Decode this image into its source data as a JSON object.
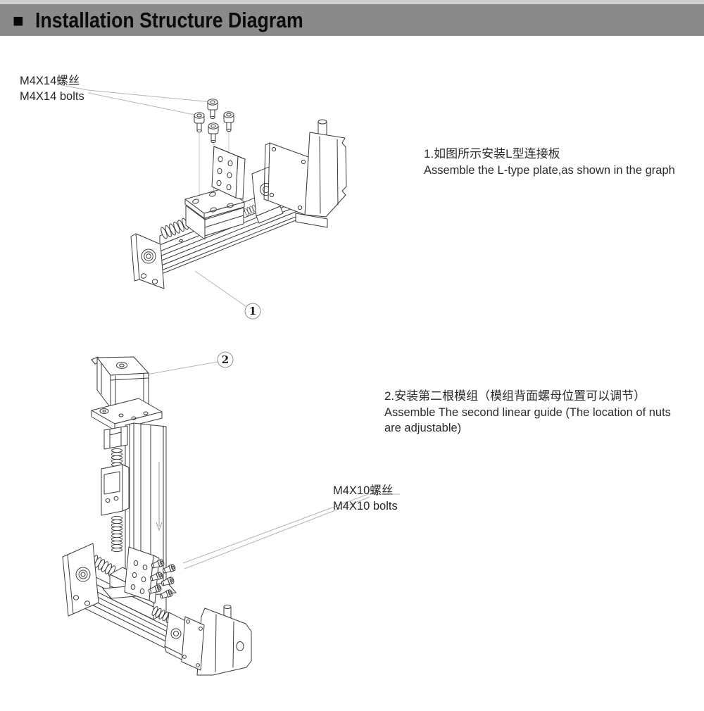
{
  "header": {
    "bullet": "■",
    "title": "Installation Structure Diagram",
    "bar_color": "#8a8a8a",
    "text_color": "#0b0b0b"
  },
  "annotations": {
    "m4x14_zh": "M4X14螺丝",
    "m4x14_en": "M4X14 bolts",
    "m4x10_zh": "M4X10螺丝",
    "m4x10_en": "M4X10 bolts"
  },
  "steps": {
    "step1_zh": "1.如图所示安装L型连接板",
    "step1_en": "Assemble the L-type plate,as shown in the graph",
    "step2_zh": "2.安装第二根模组（模组背面螺母位置可以调节）",
    "step2_en": "Assemble The second linear guide (The location of nuts are adjustable)"
  },
  "balloons": {
    "b1": "1",
    "b2": "2"
  },
  "colors": {
    "line_art": "#3a3a3a",
    "leader_line": "#b3b3b3",
    "header_bar": "#8a8a8a",
    "background": "#ffffff"
  }
}
